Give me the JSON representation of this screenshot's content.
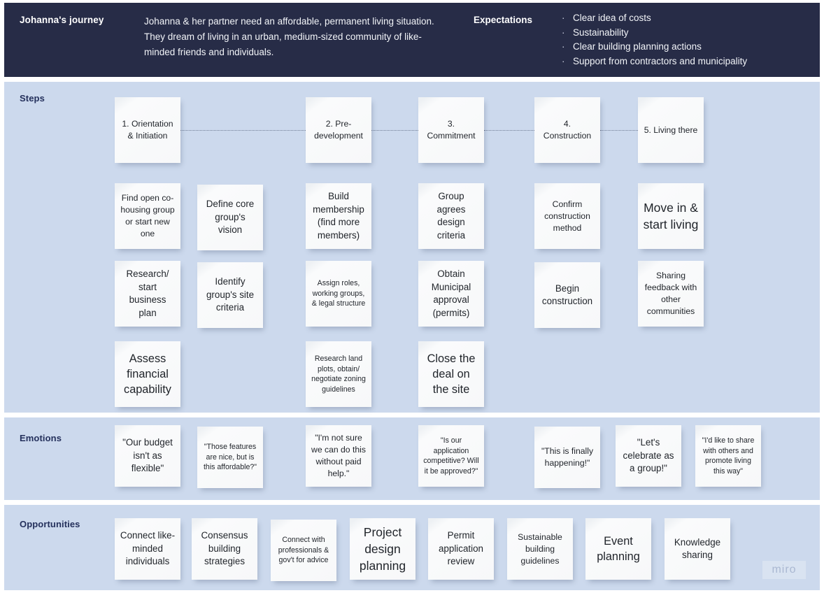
{
  "header": {
    "persona_label": "Johanna's journey",
    "persona_description": "Johanna & her partner need an affordable, permanent living situation. They dream of living in an urban, medium-sized community of like-minded friends and individuals.",
    "expectations_label": "Expectations",
    "expectations": [
      "Clear idea of costs",
      "Sustainability",
      "Clear building planning actions",
      "Support from contractors and municipality"
    ],
    "bullet_glyph": "·",
    "background_color": "#272c47",
    "text_color": "#ffffff"
  },
  "lanes": {
    "steps_label": "Steps",
    "emotions_label": "Emotions",
    "opportunities_label": "Opportunities",
    "background_color": "#ccd9ed",
    "title_color": "#24305c"
  },
  "phases": [
    {
      "label": "1. Orientation & Initiation"
    },
    {
      "label": "2. Pre-development"
    },
    {
      "label": "3. Commitment"
    },
    {
      "label": "4. Construction"
    },
    {
      "label": "5. Living there"
    }
  ],
  "steps": [
    {
      "label": "Find open co-housing group or start new one"
    },
    {
      "label": "Define core group's vision"
    },
    {
      "label": "Build membership (find more members)"
    },
    {
      "label": "Group agrees design criteria"
    },
    {
      "label": "Confirm construction method"
    },
    {
      "label": "Move in & start living"
    },
    {
      "label": "Research/ start business plan"
    },
    {
      "label": "Identify group's site criteria"
    },
    {
      "label": "Assign roles, working groups, & legal structure"
    },
    {
      "label": "Obtain Municipal approval (permits)"
    },
    {
      "label": "Begin construction"
    },
    {
      "label": "Sharing feedback with other communities"
    },
    {
      "label": "Assess financial capability"
    },
    {
      "label": "Research land plots, obtain/ negotiate zoning guidelines"
    },
    {
      "label": "Close the deal on the site"
    }
  ],
  "emotions": [
    {
      "label": "\"Our budget isn't as flexible\""
    },
    {
      "label": "\"Those features are nice, but is this affordable?\""
    },
    {
      "label": "\"I'm not sure we can do this without paid help.\""
    },
    {
      "label": "\"Is our application competitive? Will it be approved?\""
    },
    {
      "label": "\"This is finally happening!\""
    },
    {
      "label": "\"Let's celebrate as a group!\""
    },
    {
      "label": "\"I'd like to share with others and promote living this way\""
    }
  ],
  "opportunities": [
    {
      "label": "Connect like-minded individuals"
    },
    {
      "label": "Consensus building strategies"
    },
    {
      "label": "Connect with professionals & gov't for advice"
    },
    {
      "label": "Project design planning"
    },
    {
      "label": "Permit application review"
    },
    {
      "label": "Sustainable building guidelines"
    },
    {
      "label": "Event planning"
    },
    {
      "label": "Knowledge sharing"
    }
  ],
  "watermark": {
    "label": "miro"
  }
}
